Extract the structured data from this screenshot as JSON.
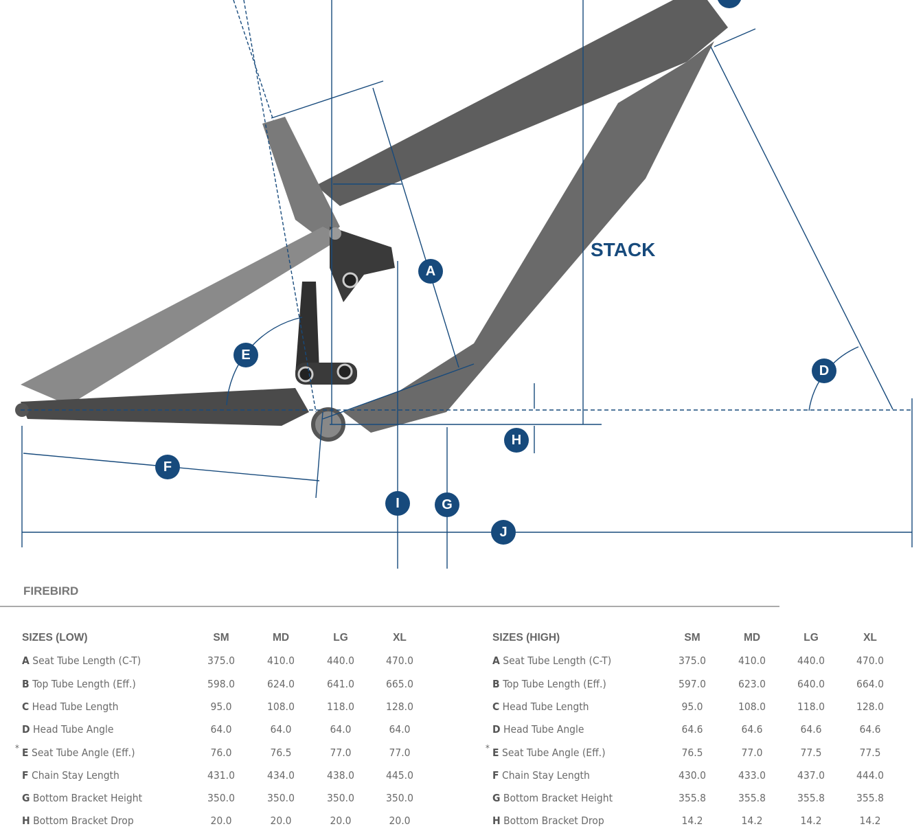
{
  "diagram": {
    "stack_label": "STACK",
    "markers": [
      "A",
      "C",
      "D",
      "E",
      "F",
      "G",
      "H",
      "I",
      "J"
    ]
  },
  "title": "FIREBIRD",
  "tables": [
    {
      "heading": "SIZES (LOW)",
      "sizes": [
        "SM",
        "MD",
        "LG",
        "XL"
      ],
      "rows": [
        {
          "letter": "A",
          "name": "Seat Tube Length (C-T)",
          "values": [
            "375.0",
            "410.0",
            "440.0",
            "470.0"
          ]
        },
        {
          "letter": "B",
          "name": "Top Tube Length (Eff.)",
          "values": [
            "598.0",
            "624.0",
            "641.0",
            "665.0"
          ]
        },
        {
          "letter": "C",
          "name": "Head Tube Length",
          "values": [
            "95.0",
            "108.0",
            "118.0",
            "128.0"
          ]
        },
        {
          "letter": "D",
          "name": "Head Tube Angle",
          "values": [
            "64.0",
            "64.0",
            "64.0",
            "64.0"
          ]
        },
        {
          "letter": "E",
          "name": "Seat Tube Angle (Eff.)",
          "star": "*",
          "values": [
            "76.0",
            "76.5",
            "77.0",
            "77.0"
          ]
        },
        {
          "letter": "F",
          "name": "Chain Stay Length",
          "values": [
            "431.0",
            "434.0",
            "438.0",
            "445.0"
          ]
        },
        {
          "letter": "G",
          "name": "Bottom Bracket Height",
          "values": [
            "350.0",
            "350.0",
            "350.0",
            "350.0"
          ]
        },
        {
          "letter": "H",
          "name": "Bottom Bracket Drop",
          "values": [
            "20.0",
            "20.0",
            "20.0",
            "20.0"
          ]
        }
      ]
    },
    {
      "heading": "SIZES (HIGH)",
      "sizes": [
        "SM",
        "MD",
        "LG",
        "XL"
      ],
      "rows": [
        {
          "letter": "A",
          "name": "Seat Tube Length (C-T)",
          "values": [
            "375.0",
            "410.0",
            "440.0",
            "470.0"
          ]
        },
        {
          "letter": "B",
          "name": "Top Tube Length (Eff.)",
          "values": [
            "597.0",
            "623.0",
            "640.0",
            "664.0"
          ]
        },
        {
          "letter": "C",
          "name": "Head Tube Length",
          "values": [
            "95.0",
            "108.0",
            "118.0",
            "128.0"
          ]
        },
        {
          "letter": "D",
          "name": "Head Tube Angle",
          "values": [
            "64.6",
            "64.6",
            "64.6",
            "64.6"
          ]
        },
        {
          "letter": "E",
          "name": "Seat Tube Angle (Eff.)",
          "star": "*",
          "values": [
            "76.5",
            "77.0",
            "77.5",
            "77.5"
          ]
        },
        {
          "letter": "F",
          "name": "Chain Stay Length",
          "values": [
            "430.0",
            "433.0",
            "437.0",
            "444.0"
          ]
        },
        {
          "letter": "G",
          "name": "Bottom Bracket Height",
          "values": [
            "355.8",
            "355.8",
            "355.8",
            "355.8"
          ]
        },
        {
          "letter": "H",
          "name": "Bottom Bracket Drop",
          "values": [
            "14.2",
            "14.2",
            "14.2",
            "14.2"
          ]
        }
      ]
    }
  ]
}
